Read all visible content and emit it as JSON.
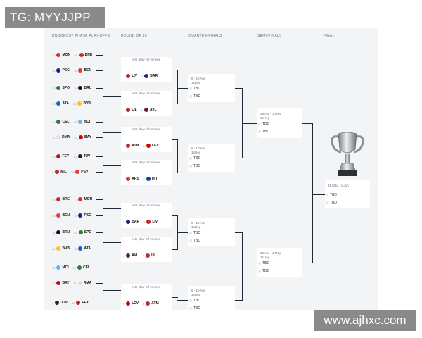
{
  "watermarks": {
    "top_left": "TG: MYYJJPP",
    "bottom_right": "www.ajhxc.com"
  },
  "columns": {
    "playoffs": "KNOCKOUT PHASE PLAY-OFFS",
    "r16": "ROUND OF 16",
    "qf": "QUARTER-FINALS",
    "sf": "SEMI-FINALS",
    "final": "FINAL"
  },
  "playoff_ties": [
    {
      "a_seed": "17",
      "a": "MON",
      "b_seed": "16",
      "b": "BRE",
      "a_color": "#d32f2f",
      "b_color": "#c62828"
    },
    {
      "a_seed": "15",
      "a": "PSG",
      "b_seed": "18",
      "b": "BEN",
      "a_color": "#1a237e",
      "b_color": "#e53935"
    },
    {
      "a_seed": "20",
      "a": "SPO",
      "b_seed": "14",
      "b": "BRU",
      "a_color": "#2e7d32",
      "b_color": "#111111"
    },
    {
      "a_seed": "13",
      "a": "ATA",
      "b_seed": "24",
      "b": "BVB",
      "a_color": "#1565c0",
      "b_color": "#fbc02d"
    },
    {
      "a_seed": "21",
      "a": "CEL",
      "b_seed": "12",
      "b": "MCI",
      "a_color": "#2e7d32",
      "b_color": "#64b5f6"
    },
    {
      "a_seed": "11",
      "a": "RMA",
      "b_seed": "22",
      "b": "BAY",
      "a_color": "#e0e0e0",
      "b_color": "#d50000"
    },
    {
      "a_seed": "19",
      "a": "FEY",
      "b_seed": "10",
      "b": "JUV",
      "a_color": "#b71c1c",
      "b_color": "#212121"
    },
    {
      "a_seed": "9",
      "a": "MIL",
      "b_seed": "18",
      "b": "PSV",
      "a_color": "#c62828",
      "b_color": "#e53935"
    },
    {
      "a_seed": "16",
      "a": "BRE",
      "b_seed": "17",
      "b": "MON",
      "a_color": "#c62828",
      "b_color": "#d32f2f"
    },
    {
      "a_seed": "18",
      "a": "BEN",
      "b_seed": "15",
      "b": "PSG",
      "a_color": "#e53935",
      "b_color": "#1a237e"
    },
    {
      "a_seed": "14",
      "a": "BRU",
      "b_seed": "20",
      "b": "SPO",
      "a_color": "#111111",
      "b_color": "#2e7d32"
    },
    {
      "a_seed": "24",
      "a": "BVB",
      "b_seed": "13",
      "b": "ATA",
      "a_color": "#fbc02d",
      "b_color": "#1565c0"
    },
    {
      "a_seed": "12",
      "a": "MCI",
      "b_seed": "21",
      "b": "CEL",
      "a_color": "#64b5f6",
      "b_color": "#2e7d32"
    },
    {
      "a_seed": "22",
      "a": "BAY",
      "b_seed": "11",
      "b": "RMA",
      "a_color": "#d50000",
      "b_color": "#e0e0e0"
    },
    {
      "a_seed": "3",
      "a": "JUV",
      "b_seed": "19",
      "b": "FEY",
      "a_color": "#212121",
      "b_color": "#b71c1c"
    }
  ],
  "r16_boxes": [
    {
      "winner": "KO play-off winner",
      "a_seed": "1",
      "a": "LIV",
      "b_seed": "2",
      "b": "BAR",
      "a_color": "#c62828",
      "b_color": "#1a237e"
    },
    {
      "winner": "KO play-off winner",
      "a_seed": "7",
      "a": "LIL",
      "b_seed": "8",
      "b": "AVL",
      "a_color": "#c62828",
      "b_color": "#6d1b3a"
    },
    {
      "winner": "KO play-off winner",
      "a_seed": "4",
      "a": "ATM",
      "b_seed": "6",
      "b": "LEV",
      "a_color": "#c62828",
      "b_color": "#d50000"
    },
    {
      "winner": "KO play-off winner",
      "a_seed": "3",
      "a": "ARS",
      "b_seed": "4",
      "b": "INT",
      "a_color": "#e53935",
      "b_color": "#0d47a1"
    },
    {
      "winner": "KO play-off winner",
      "a_seed": "2",
      "a": "BAR",
      "b_seed": "1",
      "b": "LIV",
      "a_color": "#1a237e",
      "b_color": "#c62828"
    },
    {
      "winner": "KO play-off winner",
      "a_seed": "8",
      "a": "AVL",
      "b_seed": "7",
      "b": "LIL",
      "a_color": "#6d1b3a",
      "b_color": "#c62828"
    },
    {
      "winner": "KO play-off winner",
      "a_seed": "6",
      "a": "LEV",
      "b_seed": "4",
      "b": "ATM",
      "a_color": "#d50000",
      "b_color": "#c62828"
    }
  ],
  "qf_boxes": [
    {
      "date": "8 - 10 Apr",
      "leg": "1st leg",
      "t1": "TBD",
      "t2": "TBD"
    },
    {
      "date": "8 - 10 Apr",
      "leg": "1st leg",
      "t1": "TBD",
      "t2": "TBD"
    },
    {
      "date": "8 - 10 Apr",
      "leg": "1st leg",
      "t1": "TBD",
      "t2": "TBD"
    },
    {
      "date": "8 - 10 Apr",
      "leg": "1st leg",
      "t1": "TBD",
      "t2": "TBD"
    }
  ],
  "sf_boxes": [
    {
      "date": "29 Apr - 1 May",
      "leg": "1st leg",
      "t1": "TBD",
      "t2": "TBD"
    },
    {
      "date": "29 Apr - 1 May",
      "leg": "1st leg",
      "t1": "TBD",
      "t2": "TBD"
    }
  ],
  "final_box": {
    "date": "31 May - 1 Jun",
    "t1": "TBD",
    "t2": "TBD"
  },
  "trophy": {
    "icon": "champions-league-trophy-icon"
  }
}
